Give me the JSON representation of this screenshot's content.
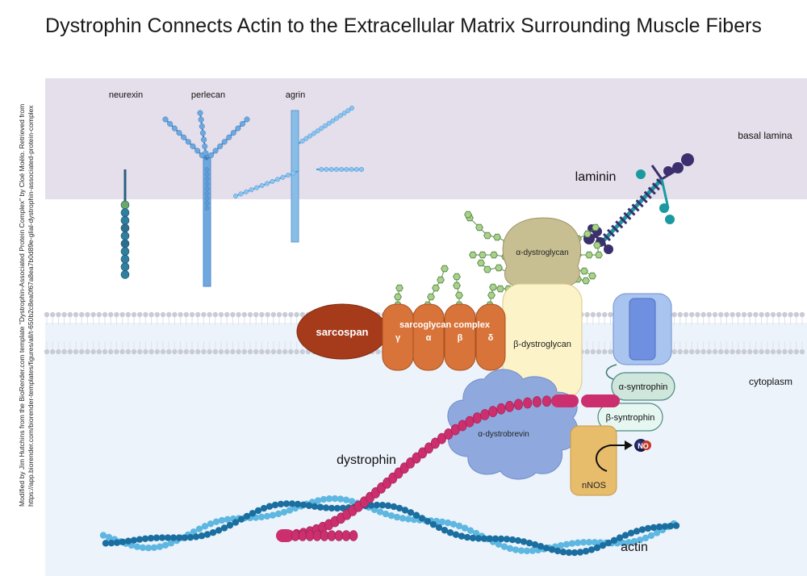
{
  "title": "Dystrophin Connects Actin to the Extracellular Matrix Surrounding Muscle Fibers",
  "credit": {
    "line1": "Modified by Jim Hutchins from the BioRender.com template \"Dystrophin-Associated Protein Complex\" by Cloé Moëlo. Retrieved from",
    "line2": "https://app.biorender.com/biorender-templates/figures/all/t-650b2c8ea0f67a8ea7b0d89e-glial-dystrophin-associated-protein-complex"
  },
  "regions": {
    "basal_lamina": "basal lamina",
    "cytoplasm": "cytoplasm"
  },
  "ecm_labels": {
    "neurexin": "neurexin",
    "perlecan": "perlecan",
    "agrin": "agrin",
    "laminin": "laminin"
  },
  "proteins": {
    "sarcospan": "sarcospan",
    "sarcoglycan_complex": "sarcoglycan complex",
    "sarcoglycan_subunits": [
      "γ",
      "α",
      "β",
      "δ"
    ],
    "alpha_dystroglycan": "α-dystroglycan",
    "beta_dystroglycan": "β-dystroglycan",
    "alpha_syntrophin": "α-syntrophin",
    "beta_syntrophin": "β-syntrophin",
    "alpha_dystrobrevin": "α-dystrobrevin",
    "nnos": "nNOS",
    "no": "NO",
    "dystrophin": "dystrophin",
    "actin": "actin"
  },
  "colors": {
    "basal_lamina": "#e5dfeb",
    "cytoplasm": "#edf3fb",
    "membrane_bead": "#c9ccd6",
    "sarcospan": "#a53b1b",
    "sarcoglycan": "#d8733a",
    "alpha_dystroglycan": "#c7bf92",
    "beta_dystroglycan": "#fdf3c8",
    "dystrophin": "#cc2f6e",
    "dystrobrevin": "#8aa6de",
    "syntrophin": "#d9efe6",
    "nnos": "#e7bc6b",
    "actin_dark": "#1a6fa0",
    "actin_light": "#5db7e0",
    "perlecan_agrin": "#6ea8de",
    "laminin_purple": "#3b2f6e",
    "laminin_teal": "#1a9aa0",
    "glycan": "#a9d18e"
  }
}
